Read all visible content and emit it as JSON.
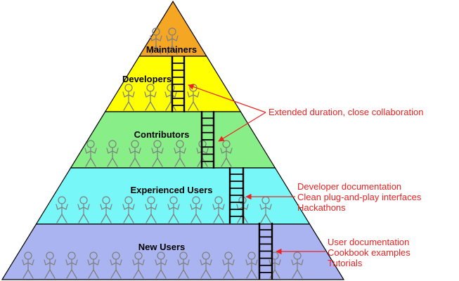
{
  "tiers": [
    {
      "label": "Maintainers",
      "color": "#f5a623",
      "people": 2
    },
    {
      "label": "Developers",
      "color": "#ffff00",
      "people": 4
    },
    {
      "label": "Contributors",
      "color": "#88ee88",
      "people": 7
    },
    {
      "label": "Experienced Users",
      "color": "#77f7f7",
      "people": 10
    },
    {
      "label": "New Users",
      "color": "#aab4f0",
      "people": 13
    }
  ],
  "annotations": [
    {
      "lines": [
        "Extended duration, close collaboration"
      ]
    },
    {
      "lines": [
        "Developer documentation",
        "Clean plug-and-play interfaces",
        "Hackathons"
      ]
    },
    {
      "lines": [
        "User documentation",
        "Cookbook examples",
        "Tutorials"
      ]
    }
  ],
  "colors": {
    "annotation": "#ee2222",
    "figure": "#808080",
    "outline": "#000000"
  },
  "icons": {
    "person": "stick-figure-icon",
    "ladder": "ladder-icon"
  }
}
